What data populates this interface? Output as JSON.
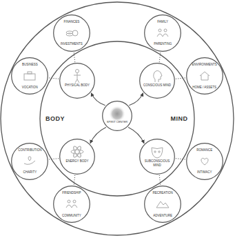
{
  "diagram": {
    "nodes": [
      {
        "text": [
          "FINANCES",
          "INVESTMENTS"
        ]
      },
      {
        "text": [
          "FAMILY",
          "PARENTING"
        ]
      },
      {
        "text": [
          "BUSINESS",
          "VOCATION"
        ]
      },
      {
        "text": [
          "PHYSICAL BODY"
        ]
      },
      {
        "text": [
          "CONSCIOUS MIND"
        ]
      },
      {
        "text": [
          "ENVIRONMENTS",
          "HOME / ASSETS"
        ]
      },
      {
        "text": [
          "SPIRIT CENTER"
        ]
      },
      {
        "text": [
          "ENERGY BODY"
        ]
      },
      {
        "text": [
          "SUBCONSCIOUS MIND"
        ]
      },
      {
        "text": [
          "CONTRIBUTION",
          "CHARITY"
        ]
      },
      {
        "text": [
          "ROMANCE",
          "INTIMACY"
        ]
      },
      {
        "text": [
          "FRIENDSHIP",
          "COMMUNITY"
        ]
      },
      {
        "text": [
          "RECREATION",
          "ADVENTURE"
        ]
      }
    ],
    "edges": [
      {
        "from": 6,
        "to": 3,
        "arrow": "to"
      },
      {
        "from": 6,
        "to": 7,
        "arrow": "to"
      },
      {
        "from": 6,
        "to": 4,
        "arrow": "to"
      },
      {
        "from": 6,
        "to": 8,
        "arrow": "to"
      },
      {
        "from": 3,
        "to": 0,
        "arrow": "none"
      },
      {
        "from": 3,
        "to": 2,
        "arrow": "none"
      },
      {
        "from": 4,
        "to": 1,
        "arrow": "none"
      },
      {
        "from": 4,
        "to": 5,
        "arrow": "none"
      },
      {
        "from": 7,
        "to": 9,
        "arrow": "none"
      },
      {
        "from": 7,
        "to": 11,
        "arrow": "none"
      },
      {
        "from": 8,
        "to": 10,
        "arrow": "none"
      },
      {
        "from": 8,
        "to": 12,
        "arrow": "none"
      }
    ],
    "labels": [
      "BODY",
      "MIND"
    ]
  }
}
